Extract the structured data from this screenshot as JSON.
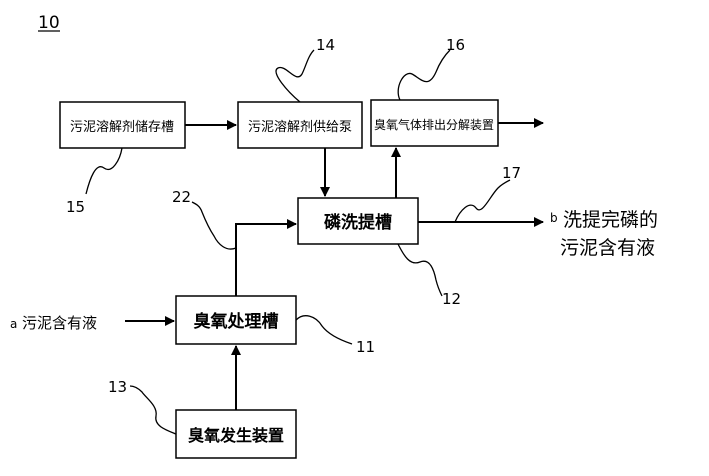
{
  "figure_ref": "10",
  "boxes": {
    "solvent_tank": "污泥溶解剂储存槽",
    "solvent_pump": "污泥溶解剂供给泵",
    "ozone_exhaust": "臭氧气体排出分解装置",
    "phosphorus_tank": "磷洗提槽",
    "ozone_tank": "臭氧处理槽",
    "ozone_generator": "臭氧发生装置"
  },
  "refs": {
    "solvent_tank": "15",
    "solvent_pump": "14",
    "ozone_exhaust": "16",
    "phosphorus_tank": "12",
    "ozone_tank": "11",
    "ozone_generator": "13",
    "line_22": "22",
    "line_17": "17"
  },
  "io": {
    "input_letter": "a",
    "input_text": "污泥含有液",
    "output_letter": "b",
    "output_line1": "洗提完磷的",
    "output_line2": "污泥含有液"
  }
}
